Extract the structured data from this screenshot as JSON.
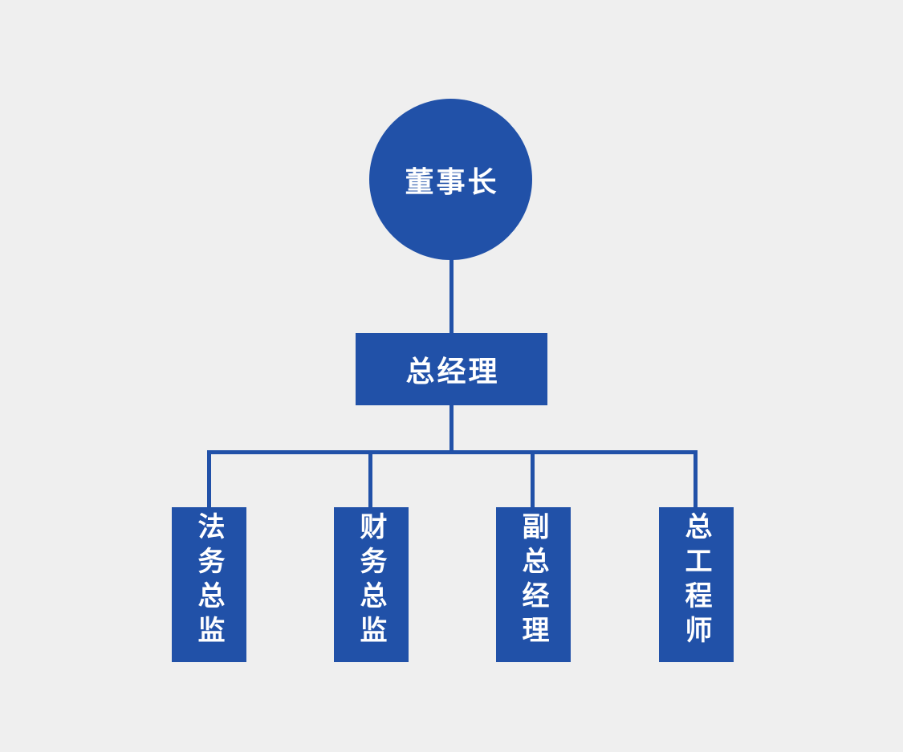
{
  "theme": {
    "accent": "#2151a8",
    "line": "#2151a8",
    "bg": "#efefef",
    "text_on_accent": "#ffffff"
  },
  "org_chart": {
    "type": "org-chart-diagram",
    "root": {
      "label": "董事长",
      "shape": "circle"
    },
    "level2": {
      "label": "总经理",
      "shape": "rectangle"
    },
    "level3": [
      {
        "label": "法务总监",
        "shape": "vertical-rectangle"
      },
      {
        "label": "财务总监",
        "shape": "vertical-rectangle"
      },
      {
        "label": "副总经理",
        "shape": "vertical-rectangle"
      },
      {
        "label": "总工程师",
        "shape": "vertical-rectangle"
      }
    ]
  }
}
